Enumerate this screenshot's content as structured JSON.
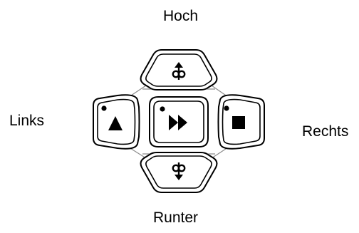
{
  "diagram": {
    "labels": {
      "up": "Hoch",
      "left": "Links",
      "right": "Rechts",
      "down": "Runter"
    },
    "buttons": [
      {
        "id": "up",
        "icon": "scroll-up-icon",
        "indicator_dot": false
      },
      {
        "id": "left",
        "icon": "play-icon",
        "indicator_dot": true
      },
      {
        "id": "center",
        "icon": "fast-forward-icon",
        "indicator_dot": true
      },
      {
        "id": "right",
        "icon": "stop-icon",
        "indicator_dot": true
      },
      {
        "id": "down",
        "icon": "scroll-down-icon",
        "indicator_dot": false
      }
    ],
    "colors": {
      "outline": "#000000",
      "button_fill": "#ffffff",
      "connector": "#8c8c8c"
    }
  }
}
